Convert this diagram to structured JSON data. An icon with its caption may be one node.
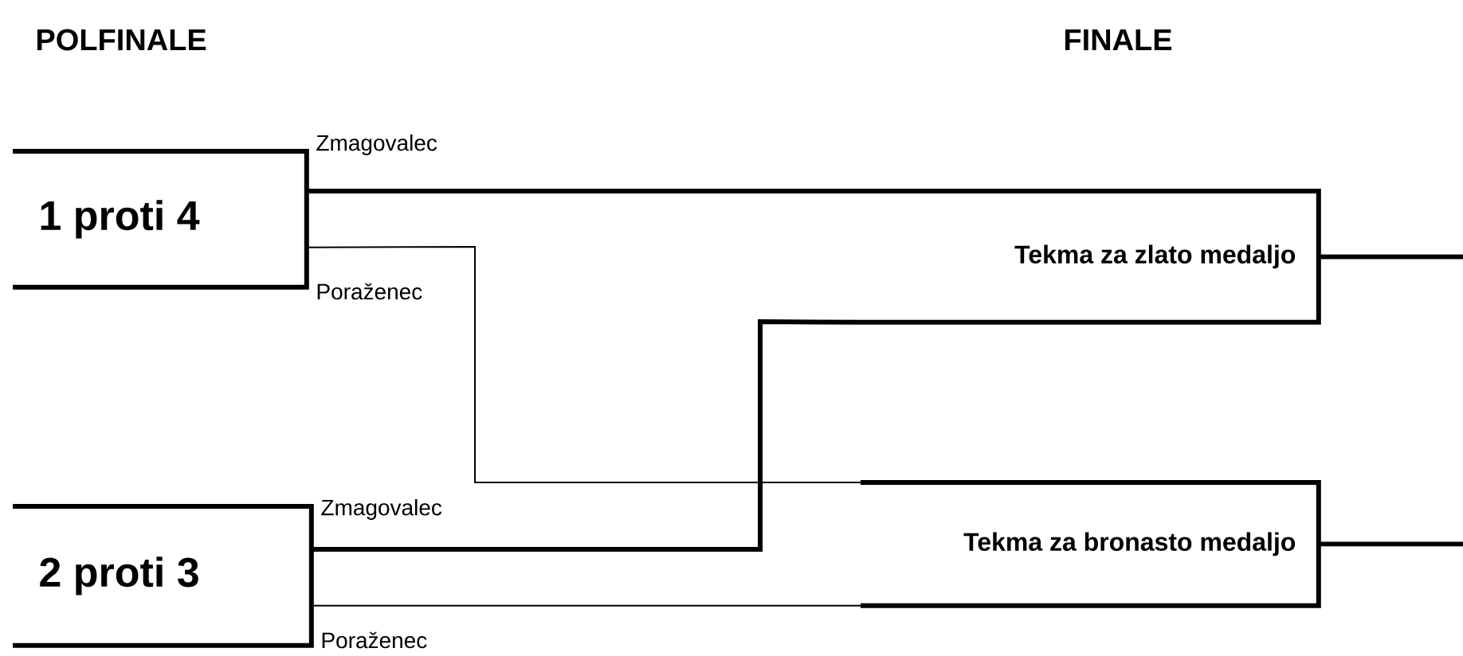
{
  "diagram": {
    "nodes": [
      {
        "text": [
          "1 proti 4"
        ]
      },
      {
        "text": [
          "2 proti 3"
        ]
      },
      {
        "text": [
          "Tekma za zlato medaljo"
        ]
      },
      {
        "text": [
          "Tekma za bronasto medaljo"
        ]
      }
    ],
    "edges": [
      {
        "from": 0,
        "to": 2,
        "arrow": "none",
        "label": "Zmagovalec"
      },
      {
        "from": 1,
        "to": 2,
        "arrow": "none",
        "label": "Zmagovalec"
      },
      {
        "from": 0,
        "to": 3,
        "arrow": "none",
        "label": "Poraženec"
      },
      {
        "from": 1,
        "to": 3,
        "arrow": "none",
        "label": "Poraženec"
      },
      {
        "from": 2,
        "to": null,
        "arrow": "none"
      },
      {
        "from": 3,
        "to": null,
        "arrow": "none"
      }
    ],
    "labels": [
      "POLFINALE",
      "FINALE"
    ]
  }
}
